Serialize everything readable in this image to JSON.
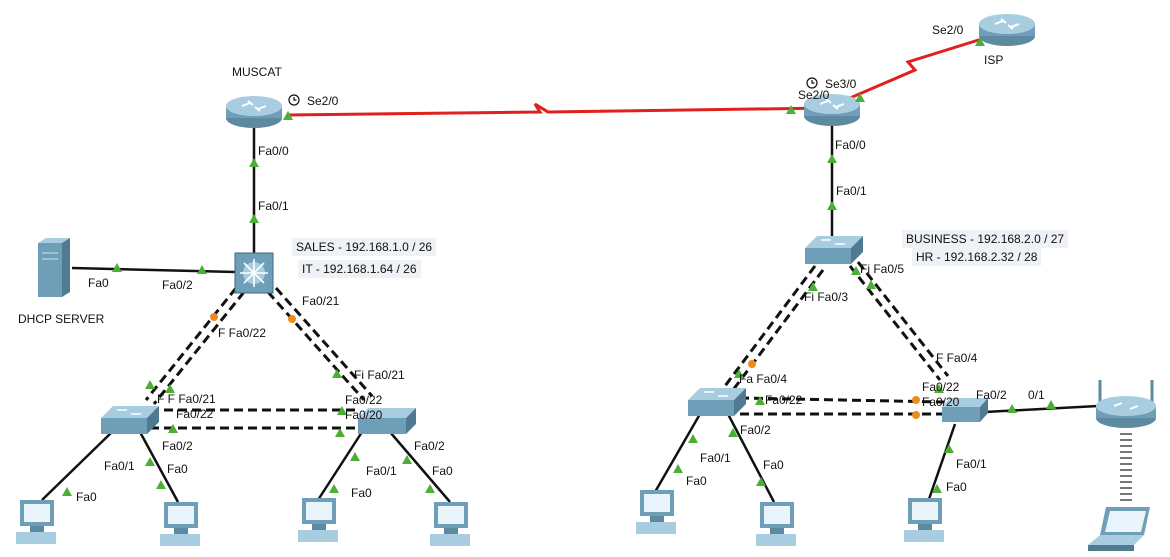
{
  "colors": {
    "serial_link": "#e0201e",
    "ethernet_link": "#111111",
    "link_up": "#4caf35",
    "port_blocking": "#ef8a1c",
    "device": "#6f9fb8"
  },
  "devices": {
    "muscat_router": {
      "name": "MUSCAT",
      "icon": "router-icon"
    },
    "right_router": {
      "name": "",
      "icon": "router-icon"
    },
    "isp_router": {
      "name": "ISP",
      "icon": "router-icon"
    },
    "dhcp_server": {
      "name": "DHCP SERVER",
      "icon": "server-icon"
    },
    "multilayer_switch": {
      "icon": "multilayer-switch-icon"
    },
    "right_core_switch": {
      "icon": "switch-icon"
    },
    "left_switch_1": {
      "icon": "switch-icon"
    },
    "left_switch_2": {
      "icon": "switch-icon"
    },
    "right_switch_1": {
      "icon": "switch-icon"
    },
    "right_switch_2": {
      "icon": "switch-icon"
    },
    "wireless_router": {
      "icon": "wireless-router-icon"
    },
    "laptop": {
      "icon": "laptop-icon"
    },
    "pcs": [
      {
        "icon": "pc-icon"
      },
      {
        "icon": "pc-icon"
      },
      {
        "icon": "pc-icon"
      },
      {
        "icon": "pc-icon"
      },
      {
        "icon": "pc-icon"
      },
      {
        "icon": "pc-icon"
      },
      {
        "icon": "pc-icon"
      }
    ]
  },
  "networks": {
    "sales": "SALES - 192.168.1.0 / 26",
    "it": "IT - 192.168.1.64 / 26",
    "business": "BUSINESS - 192.168.2.0 / 27",
    "hr": "HR - 192.168.2.32 / 28"
  },
  "port_labels": {
    "muscat_se": "Se2/0",
    "muscat_fa00": "Fa0/0",
    "mls_fa01": "Fa0/1",
    "server_fa0": "Fa0",
    "mls_fa02": "Fa0/2",
    "mls_fa022": "F  Fa0/22",
    "mls_fa021": "Fa0/21",
    "ls1_top": "F  F  Fa0/21",
    "ls1_fa022": "Fa0/22",
    "ls1_fa02": "Fa0/2",
    "ls1_fa01": "Fa0/1",
    "ls2_fa021": "Fi Fa0/21",
    "ls2_fa022": "Fa0/22",
    "ls2_fa020": "Fa0/20",
    "ls2_fa02": "Fa0/2",
    "ls2_fa01": "Fa0/1",
    "pc1_fa0": "Fa0",
    "pc2_fa0": "Fa0",
    "pc3_fa0": "Fa0",
    "pc4_fa0": "Fa0",
    "rr_obscured": "Se2/0",
    "rr_se30": "Se3/0",
    "isp_se20": "Se2/0",
    "rr_fa00": "Fa0/0",
    "rcs_fa01": "Fa0/1",
    "rcs_fa05": "Fi Fa0/5",
    "rcs_fa03": "Fi Fa0/3",
    "rs1_fa04": "Fa Fa0/4",
    "rs1_fa022": "Fa0/22",
    "rs1_fa02": "Fa0/2",
    "rs1_fa01": "Fa0/1",
    "rs2_fa04": "F  Fa0/4",
    "rs2_fa022": "Fa0/22",
    "rs2_fa020": "Fa0/20",
    "rs2_fa02": "Fa0/2",
    "rs2_fa01": "Fa0/1",
    "wr_01": "0/1",
    "pc5_fa0": "Fa0",
    "pc6_fa0": "Fa0",
    "pc7_fa0": "Fa0"
  }
}
